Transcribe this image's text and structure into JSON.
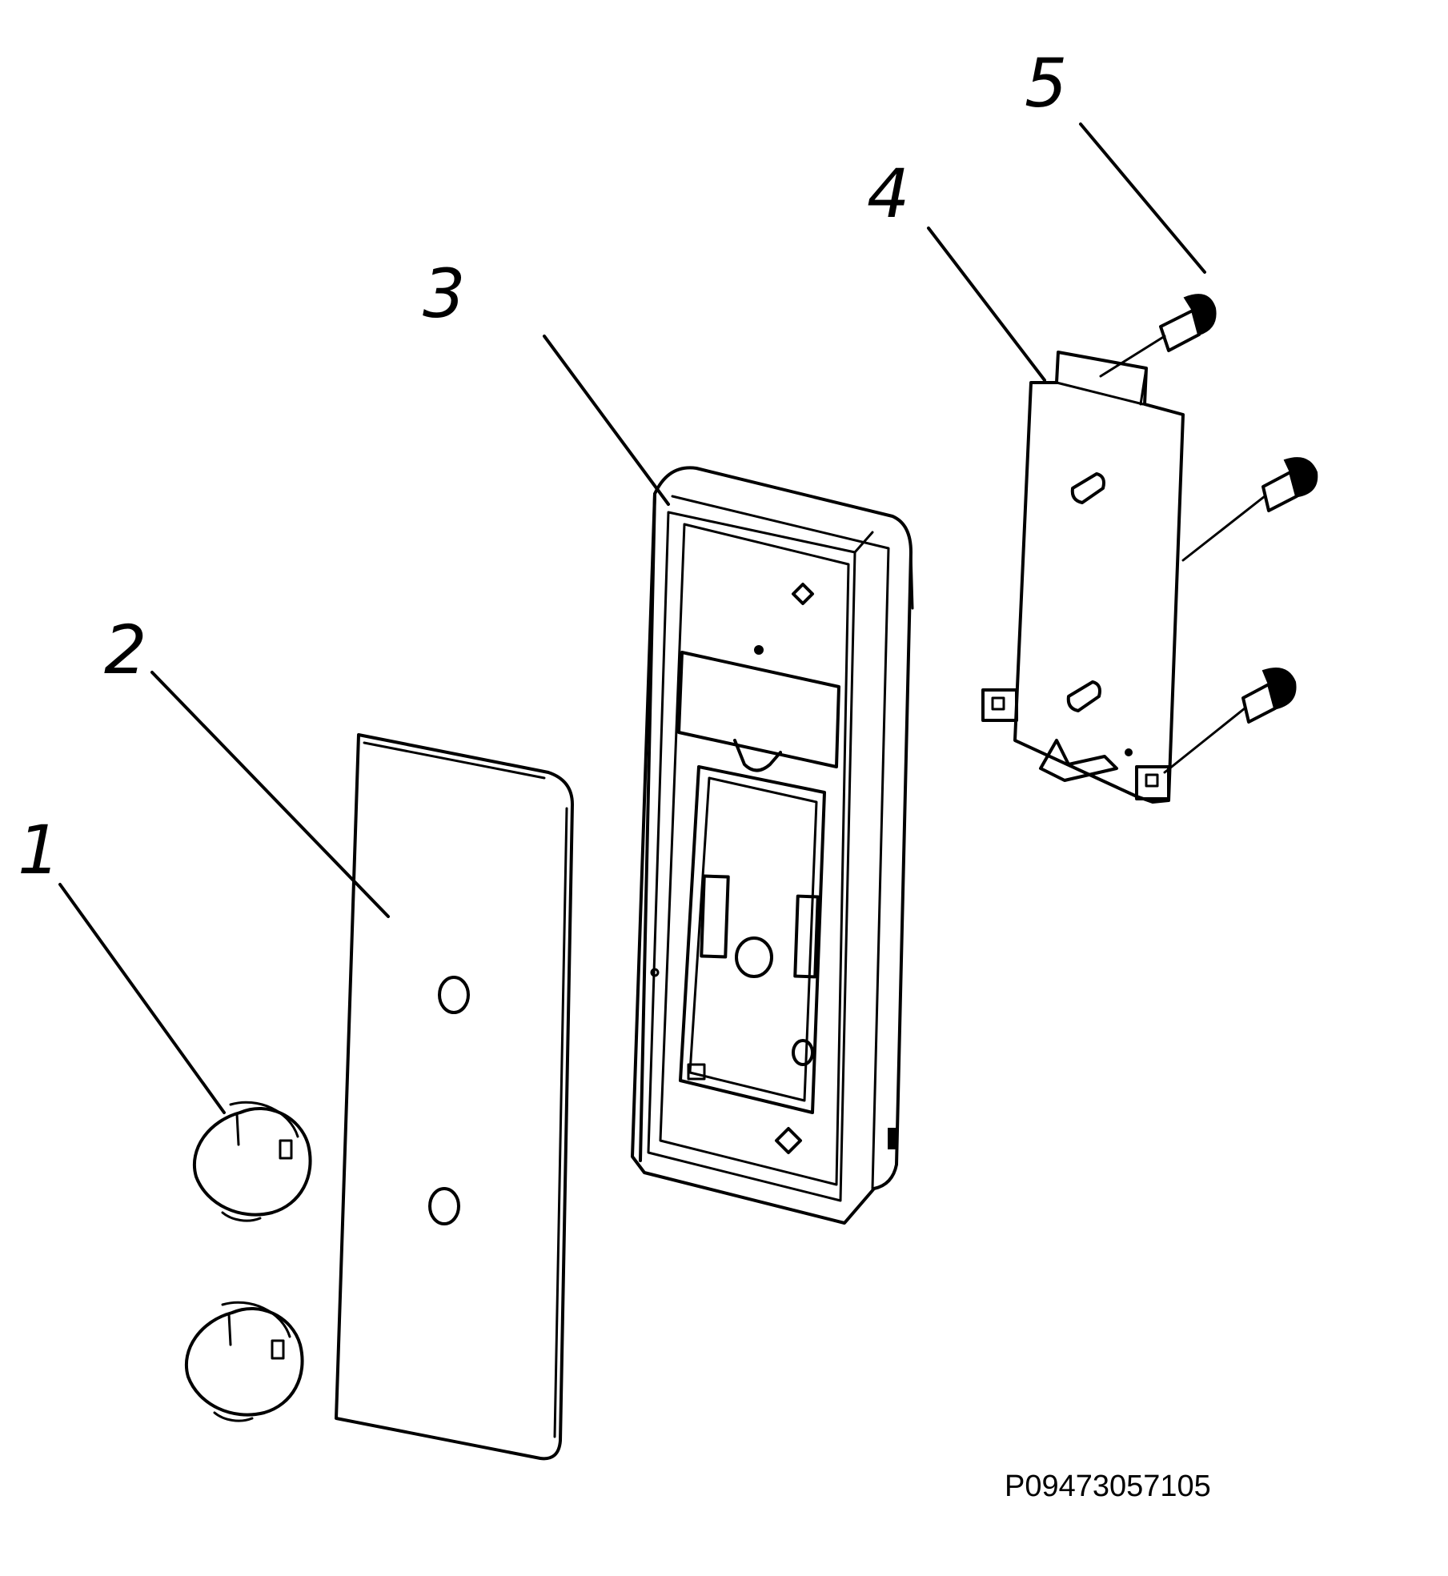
{
  "callouts": [
    {
      "label": "1"
    },
    {
      "label": "2"
    },
    {
      "label": "3"
    },
    {
      "label": "4"
    },
    {
      "label": "5"
    }
  ],
  "figure_code": "P09473057105",
  "colors": {
    "ink": "#000000",
    "paper": "#ffffff"
  }
}
